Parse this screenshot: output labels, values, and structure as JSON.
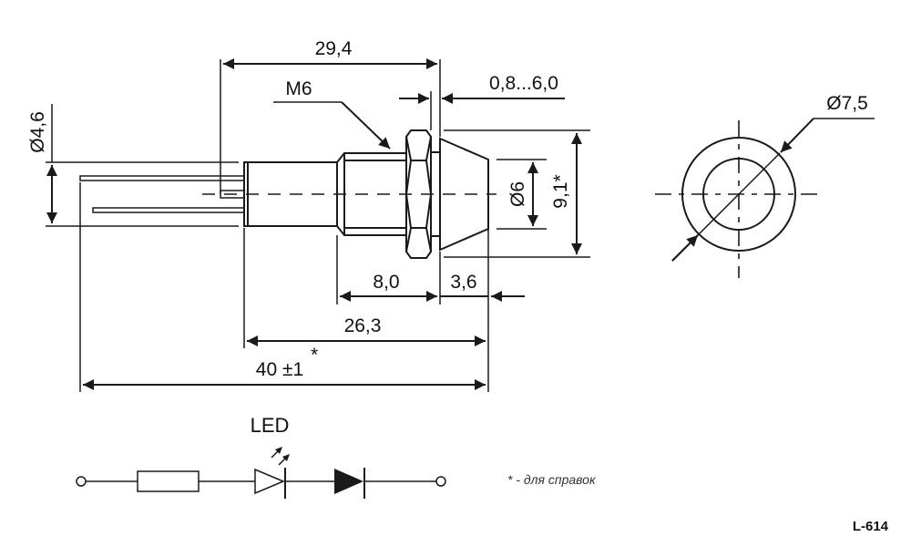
{
  "drawing": {
    "dimensions": {
      "overall_body": "29,4",
      "thread": "M6",
      "panel_thickness": "0,8...6,0",
      "lead_diameter": "Ø4,6",
      "lens_diameter": "Ø6",
      "bezel_height": "9,1*",
      "bezel_diameter": "Ø7,5",
      "thread_length": "8,0",
      "bezel_length": "3,6",
      "body_length": "26,3",
      "total_length": "40 ±1",
      "total_length_mark": "*"
    },
    "schematic": {
      "label": "LED"
    },
    "footnote": "* - для справок",
    "part_code": "L-614"
  }
}
